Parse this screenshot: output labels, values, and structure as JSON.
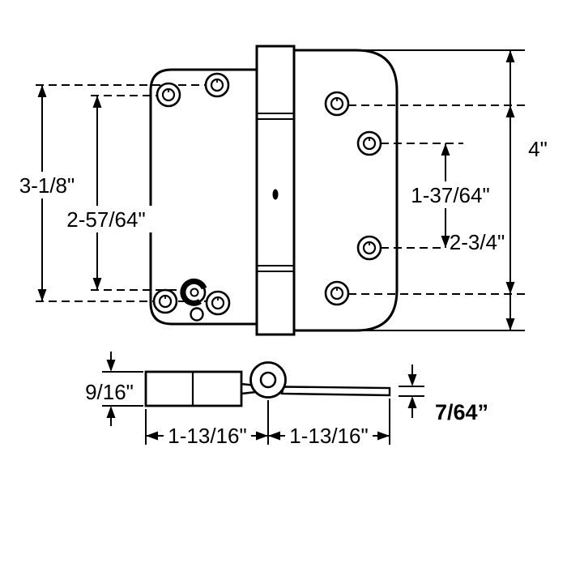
{
  "page": {
    "background_color": "#ffffff",
    "line_color": "#000000"
  },
  "diagram": {
    "front_view": {
      "dim_left_outer": "3-1/8\"",
      "dim_left_inner": "2-57/64\"",
      "dim_height": "4\"",
      "dim_screw_span_inner": "1-37/64\"",
      "dim_screw_span_outer": "2-3/4\""
    },
    "side_view": {
      "dim_leaf_block_thickness": "9/16\"",
      "dim_flat_leaf_thickness": "7/64”",
      "dim_width_left": "1-13/16\"",
      "dim_width_right": "1-13/16\""
    }
  }
}
